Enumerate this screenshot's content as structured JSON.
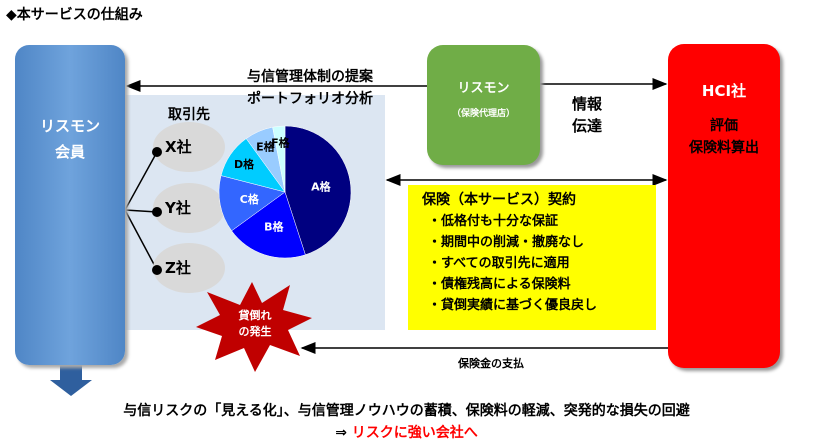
{
  "title": "◆本サービスの仕組み",
  "member": {
    "line1": "リスモン",
    "line2": "会員"
  },
  "top_arrow": {
    "line1": "与信管理体制の提案",
    "line2": "ポートフォリオ分析"
  },
  "agent": {
    "name": "リスモン",
    "sub": "（保険代理店）"
  },
  "info": {
    "line1": "情報",
    "line2": "伝達"
  },
  "hci": {
    "name": "HCI社",
    "line1": "評価",
    "line2": "保険料算出"
  },
  "clients": {
    "label": "取引先",
    "items": [
      "X社",
      "Y社",
      "Z社"
    ]
  },
  "chart_data": {
    "type": "pie",
    "categories": [
      "A格",
      "B格",
      "C格",
      "D格",
      "E格",
      "F格"
    ],
    "values": [
      45,
      20,
      14,
      11,
      7,
      3
    ],
    "colors": [
      "#000080",
      "#0000ff",
      "#3366ff",
      "#00ccff",
      "#99ccff",
      "#ccffff"
    ]
  },
  "contract": {
    "title": "保険（本サービス）契約",
    "items": [
      "・低格付も十分な保証",
      "・期間中の削減・撤廃なし",
      "・すべての取引先に適用",
      "・債権残高による保険料",
      "・貸倒実績に基づく優良戻し"
    ]
  },
  "default_event": {
    "line1": "貸倒れ",
    "line2": "の発生"
  },
  "payout": "保険金の支払",
  "conclusion": {
    "line1": "与信リスクの「見える化」、与信管理ノウハウの蓄積、保険料の軽減、突発的な損失の回避",
    "arrow": "⇒ ",
    "highlight": "リスクに強い会社へ"
  }
}
